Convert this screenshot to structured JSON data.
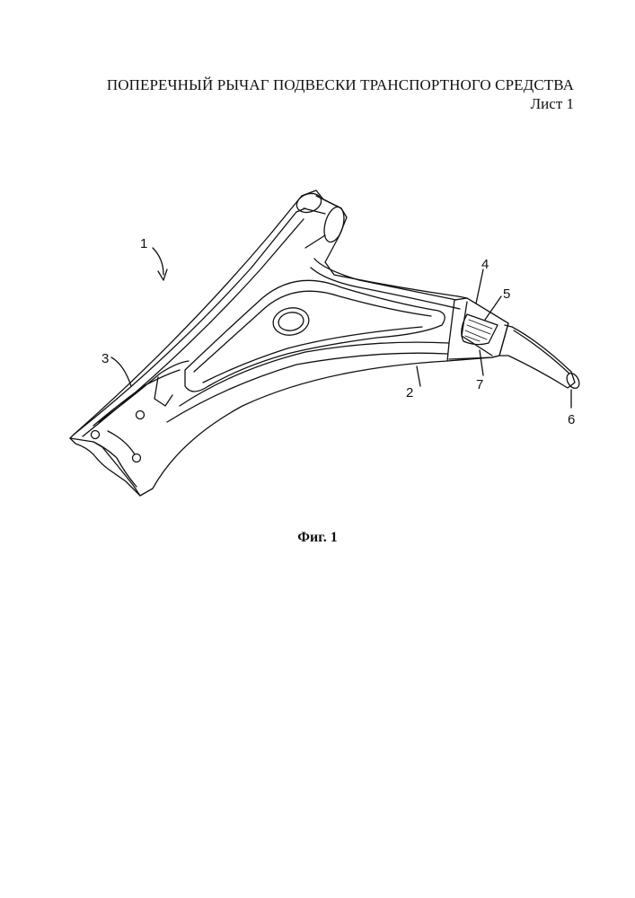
{
  "header": {
    "title": "ПОПЕРЕЧНЫЙ РЫЧАГ ПОДВЕСКИ ТРАНСПОРТНОГО СРЕДСТВА",
    "sheet": "Лист 1"
  },
  "figure": {
    "caption": "Фиг. 1",
    "reference_numerals": {
      "arm": "1",
      "body": "2",
      "mount": "3",
      "end_section": "4",
      "window": "5",
      "ball_pin": "6",
      "insert": "7"
    },
    "line_color": "#111111",
    "background_color": "#ffffff"
  }
}
